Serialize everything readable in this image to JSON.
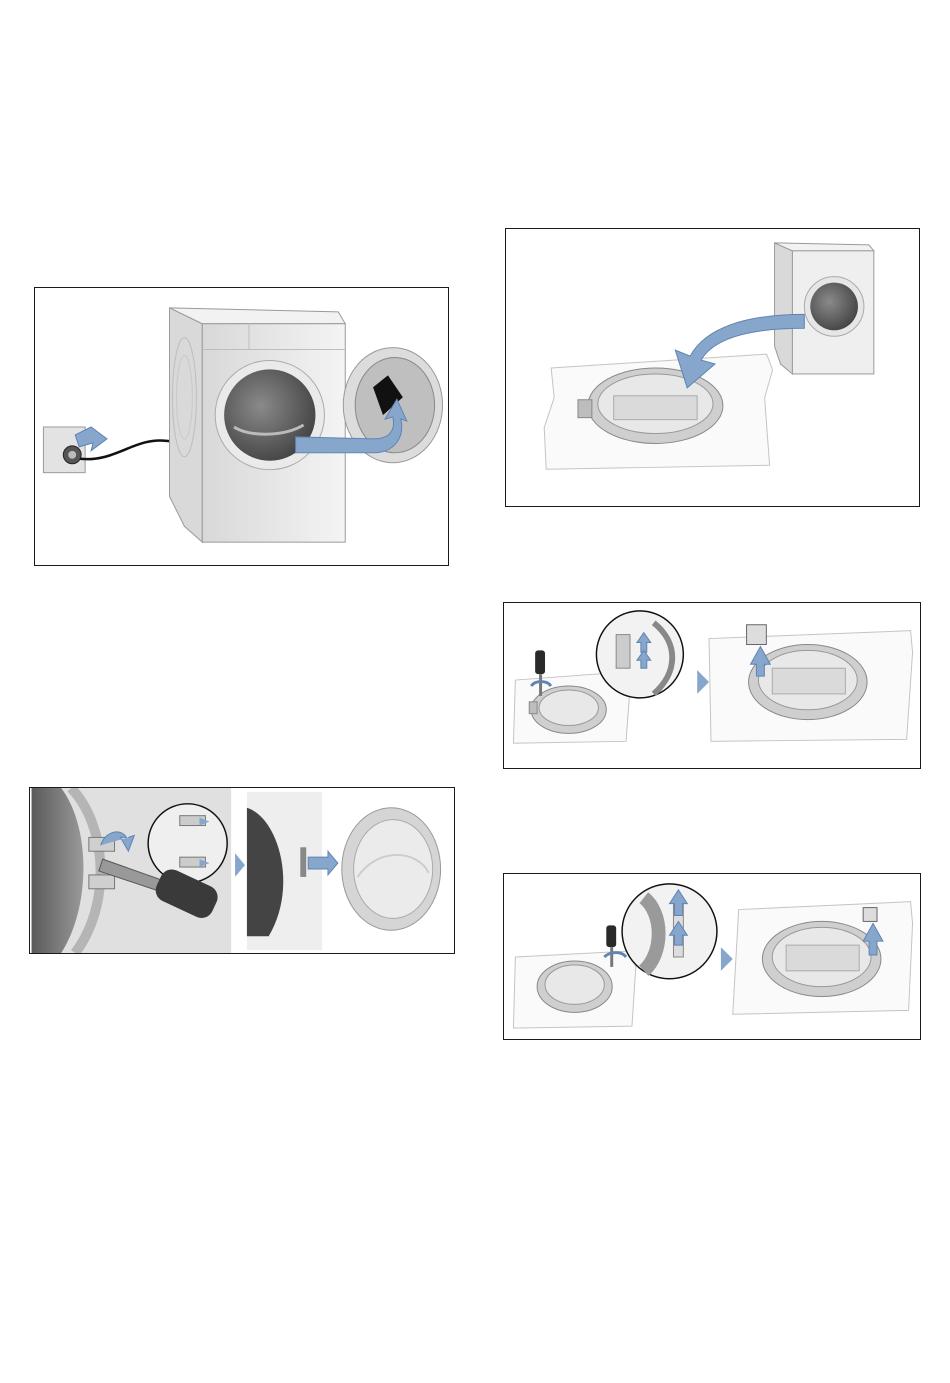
{
  "page": {
    "background": "#ffffff"
  },
  "colors": {
    "arrow": "#86a6cc",
    "arrow_dark": "#5f84b3",
    "frame": "#1a1a1a",
    "appliance": "#eeeeee",
    "appliance_shade": "#c9c9c9",
    "drum": "#6e6e6e"
  },
  "figures": [
    {
      "id": "fig-unplug-open-door",
      "icons": [
        "plug-icon",
        "arrow-icon",
        "dryer-icon",
        "door-open-arrow-icon"
      ]
    },
    {
      "id": "fig-remove-door-hinge",
      "icons": [
        "screwdriver-icon",
        "magnifier-icon",
        "step-arrow-icon",
        "door-icon"
      ]
    },
    {
      "id": "fig-lay-door-on-cloth",
      "icons": [
        "dryer-icon",
        "curved-arrow-icon",
        "door-icon",
        "cloth-icon"
      ]
    },
    {
      "id": "fig-remove-hinge-screws",
      "icons": [
        "screwdriver-icon",
        "magnifier-icon",
        "step-arrow-icon",
        "hinge-icon",
        "up-arrow-icon"
      ]
    },
    {
      "id": "fig-remove-catch",
      "icons": [
        "screwdriver-icon",
        "magnifier-icon",
        "step-arrow-icon",
        "catch-icon",
        "up-arrow-icon"
      ]
    }
  ]
}
